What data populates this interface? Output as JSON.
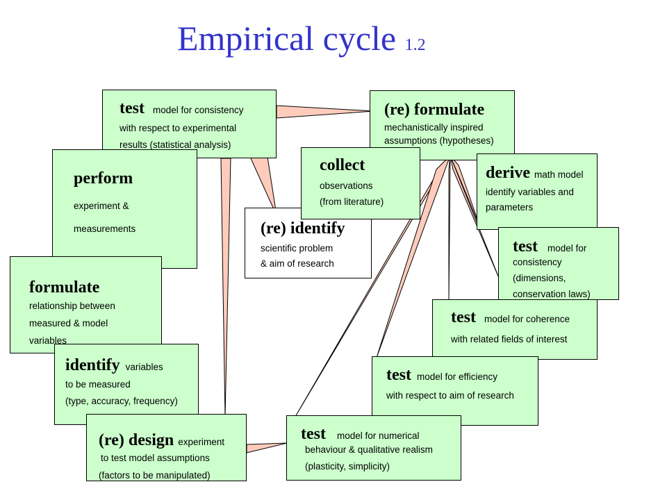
{
  "title": {
    "main": "Empirical cycle",
    "version": "1.2"
  },
  "boxes": {
    "test_consistency": {
      "keyword": "test",
      "rest": "model for consistency",
      "lines": [
        "with respect to experimental",
        "results (statistical analysis)"
      ]
    },
    "formulate_hyp": {
      "keyword": "(re) formulate",
      "lines": [
        "mechanistically inspired",
        "assumptions (hypotheses)"
      ]
    },
    "perform": {
      "keyword": "perform",
      "lines": [
        "experiment &",
        "measurements"
      ]
    },
    "collect": {
      "keyword": "collect",
      "lines": [
        "observations",
        "(from literature)"
      ]
    },
    "derive": {
      "keyword": "derive",
      "rest": "math model",
      "lines": [
        "identify variables and",
        "parameters"
      ]
    },
    "identify_problem": {
      "keyword": "(re) identify",
      "lines": [
        "scientific problem",
        "& aim of research"
      ]
    },
    "test_dimensions": {
      "keyword": "test",
      "rest": "model for",
      "lines": [
        "consistency",
        "(dimensions,",
        "conservation laws)"
      ]
    },
    "formulate_rel": {
      "keyword": "formulate",
      "lines": [
        "relationship between",
        "measured & model",
        "variables"
      ]
    },
    "test_coherence": {
      "keyword": "test",
      "rest": "model for coherence",
      "lines": [
        "with related fields of interest"
      ]
    },
    "identify_vars": {
      "keyword": "identify",
      "rest": "variables",
      "lines": [
        "to be measured",
        "(type, accuracy, frequency)"
      ]
    },
    "test_efficiency": {
      "keyword": "test",
      "rest": "model for efficiency",
      "lines": [
        "with respect to aim of research"
      ]
    },
    "design": {
      "keyword": "(re) design",
      "rest": "experiment",
      "lines": [
        "to test model assumptions",
        "(factors to be manipulated)"
      ]
    },
    "test_numerical": {
      "keyword": "test",
      "rest": "model for numerical",
      "lines": [
        "behaviour & qualitative realism",
        "(plasticity, simplicity)"
      ]
    }
  },
  "colors": {
    "box_fill": "#ccffcc",
    "wedge_fill": "#ffccbb",
    "title": "#3333cc"
  }
}
